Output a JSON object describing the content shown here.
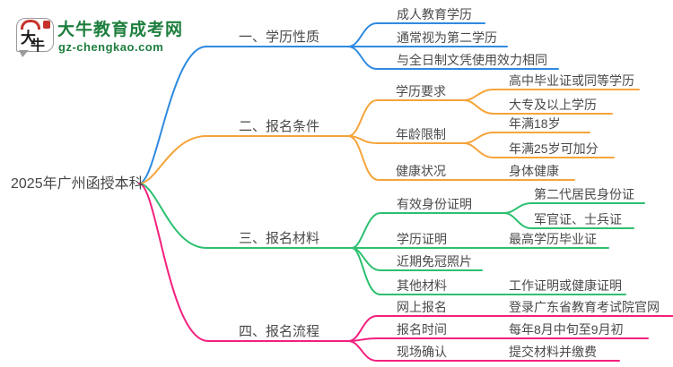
{
  "logo": {
    "mark_char_1": "大",
    "mark_char_2": "牛",
    "title": "大牛教育成考网",
    "domain": "gz-chengkao.com"
  },
  "colors": {
    "branch1_blue": "#2e8ae0",
    "branch2_orange": "#f5a43a",
    "branch3_green": "#2dc070",
    "branch4_pink": "#f2207e",
    "node_text": "#4a4a4a",
    "brand_green": "#1e7e3e",
    "brand_red": "#c5322b"
  },
  "root": {
    "label": "2025年广州函授本科"
  },
  "branches": [
    {
      "label": "一、学历性质",
      "color": "#2e8ae0",
      "children": [
        {
          "label": "成人教育学历"
        },
        {
          "label": "通常视为第二学历"
        },
        {
          "label": "与全日制文凭使用效力相同"
        }
      ]
    },
    {
      "label": "二、报名条件",
      "color": "#f5a43a",
      "children": [
        {
          "label": "学历要求",
          "children": [
            {
              "label": "高中毕业证或同等学历"
            },
            {
              "label": "大专及以上学历"
            }
          ]
        },
        {
          "label": "年龄限制",
          "children": [
            {
              "label": "年满18岁"
            },
            {
              "label": "年满25岁可加分"
            }
          ]
        },
        {
          "label": "健康状况",
          "children": [
            {
              "label": "身体健康"
            }
          ]
        }
      ]
    },
    {
      "label": "三、报名材料",
      "color": "#2dc070",
      "children": [
        {
          "label": "有效身份证明",
          "children": [
            {
              "label": "第二代居民身份证"
            },
            {
              "label": "军官证、士兵证"
            }
          ]
        },
        {
          "label": "学历证明",
          "children": [
            {
              "label": "最高学历毕业证"
            }
          ]
        },
        {
          "label": "近期免冠照片"
        },
        {
          "label": "其他材料",
          "children": [
            {
              "label": "工作证明或健康证明"
            }
          ]
        }
      ]
    },
    {
      "label": "四、报名流程",
      "color": "#f2207e",
      "children": [
        {
          "label": "网上报名",
          "children": [
            {
              "label": "登录广东省教育考试院官网"
            }
          ]
        },
        {
          "label": "报名时间",
          "children": [
            {
              "label": "每年8月中旬至9月初"
            }
          ]
        },
        {
          "label": "现场确认",
          "children": [
            {
              "label": "提交材料并缴费"
            }
          ]
        }
      ]
    }
  ]
}
